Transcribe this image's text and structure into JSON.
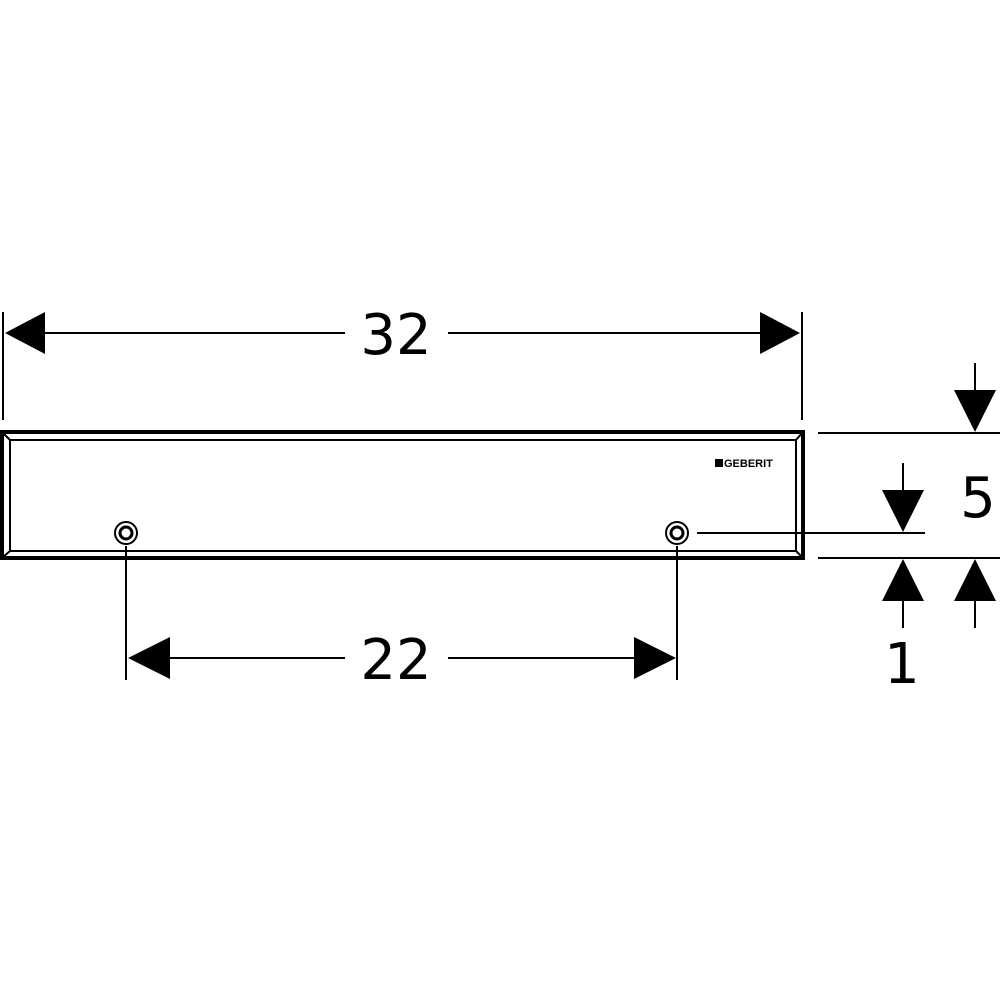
{
  "dimensions": {
    "overall_width": "32",
    "hole_spacing": "22",
    "height": "5",
    "hole_offset": "1"
  },
  "logo": "GEBERIT",
  "colors": {
    "line": "#000000",
    "background": "#ffffff"
  }
}
